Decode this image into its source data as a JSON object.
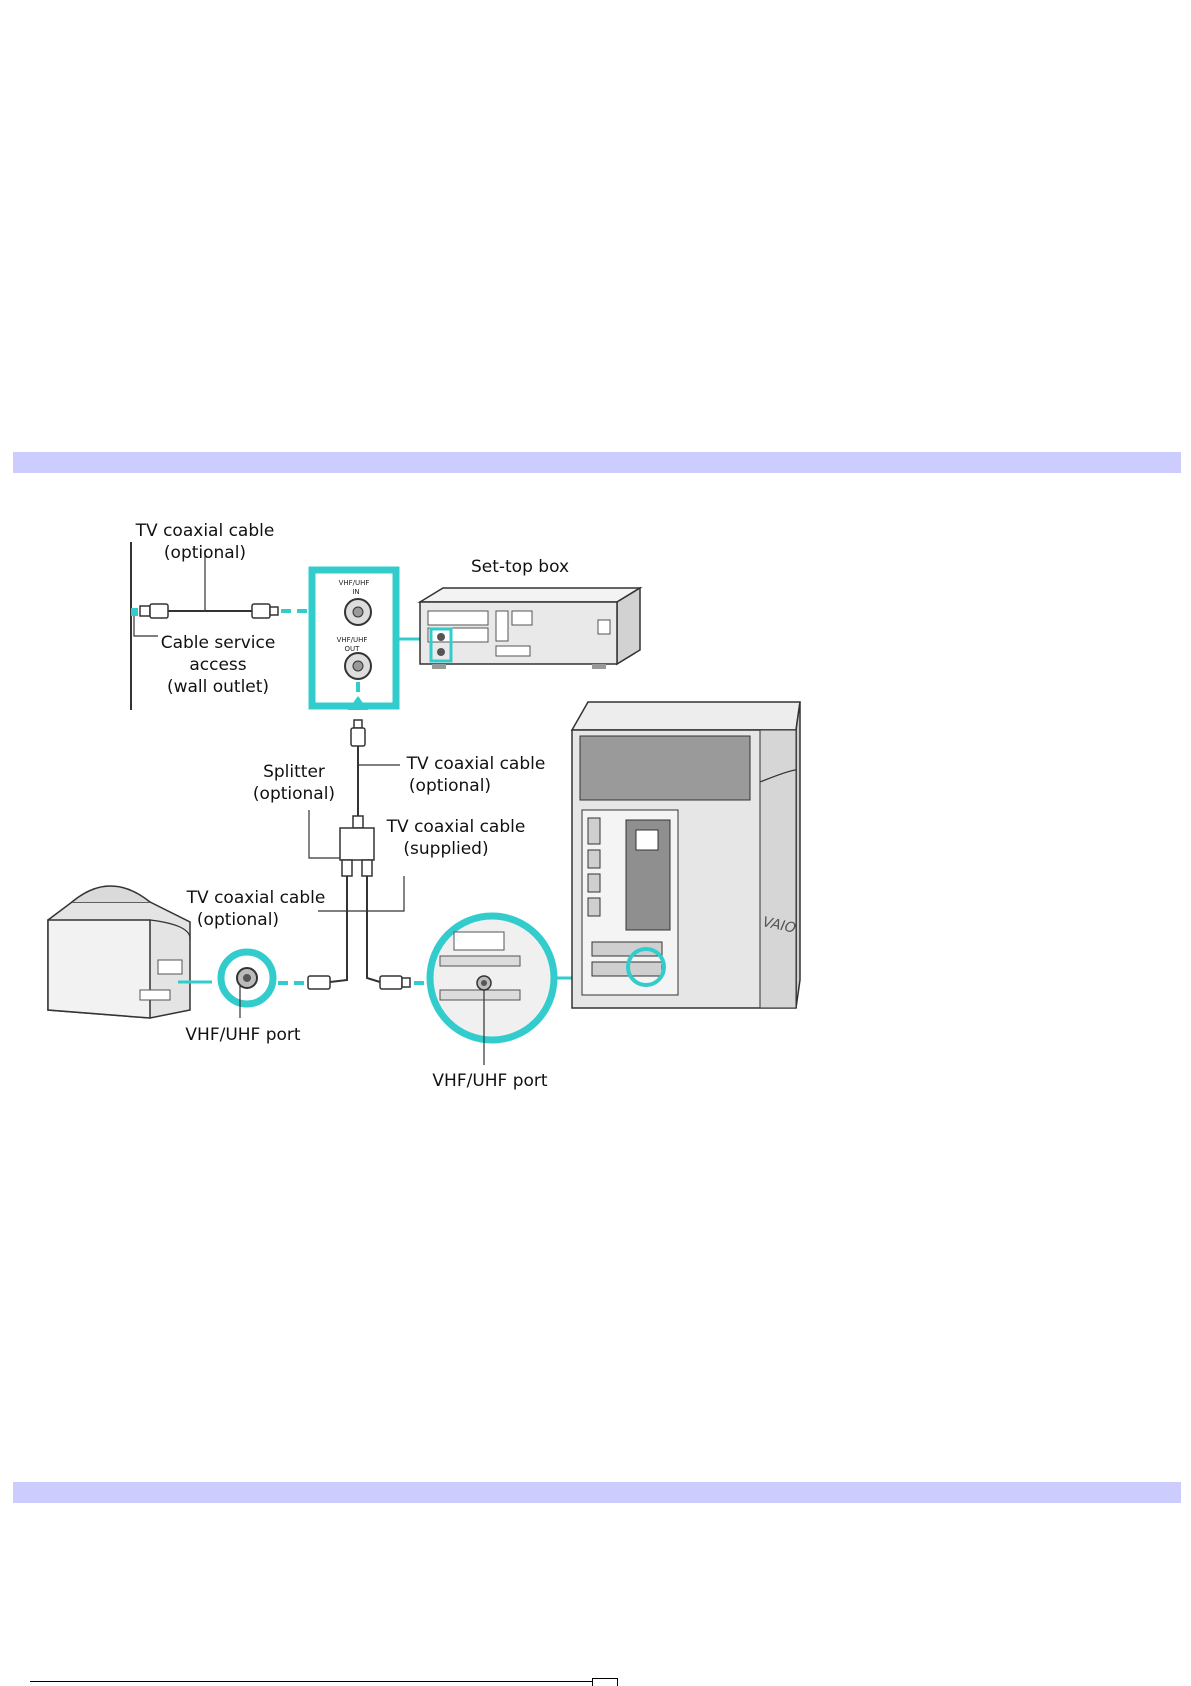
{
  "colors": {
    "band": "#ccccff",
    "accent": "#33cccc",
    "device_fill": "#e6e6e6",
    "device_stroke": "#333333"
  },
  "labels": {
    "coax_wall": "TV coaxial cable",
    "coax_wall_opt": "(optional)",
    "wall_1": "Cable service",
    "wall_2": "access",
    "wall_3": "(wall outlet)",
    "settop": "Set-top box",
    "port_in_1": "VHF/UHF",
    "port_in_2": "IN",
    "port_out_1": "VHF/UHF",
    "port_out_2": "OUT",
    "splitter": "Splitter",
    "splitter_opt": "(optional)",
    "coax_mid": "TV coaxial cable",
    "coax_mid_opt": "(optional)",
    "coax_sup": "TV coaxial cable",
    "coax_sup_opt": "(supplied)",
    "coax_tv": "TV coaxial cable",
    "coax_tv_opt": "(optional)",
    "tv_port": "VHF/UHF port",
    "pc_port": "VHF/UHF port"
  }
}
